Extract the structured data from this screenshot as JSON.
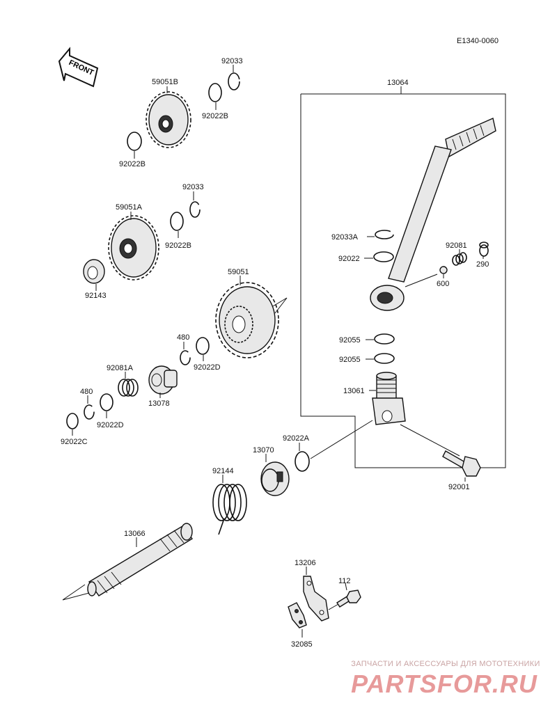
{
  "diagram_code": "E1340-0060",
  "front_label": "FRONT",
  "labels": {
    "p13064": "13064",
    "p92033_top": "92033",
    "p59051B": "59051B",
    "p92022B_top": "92022B",
    "p92022B_left": "92022B",
    "p92033_mid": "92033",
    "p59051A": "59051A",
    "p92022B_mid": "92022B",
    "p92143": "92143",
    "p59051": "59051",
    "p92033A": "92033A",
    "p92081_right": "92081",
    "p290": "290",
    "p92022_right": "92022",
    "p600": "600",
    "p480_mid": "480",
    "p92022D_mid": "92022D",
    "p92081A": "92081A",
    "p13078": "13078",
    "p480_left": "480",
    "p92022D_left": "92022D",
    "p92022C": "92022C",
    "p92055_a": "92055",
    "p92055_b": "92055",
    "p13061": "13061",
    "p13070": "13070",
    "p92022A": "92022A",
    "p92144": "92144",
    "p92001": "92001",
    "p13066": "13066",
    "p13206": "13206",
    "p112": "112",
    "p32085": "32085"
  },
  "watermark": {
    "tagline": "ЗАПЧАСТИ И АКСЕССУАРЫ ДЛЯ МОТОТЕХНИКИ",
    "brand": "PARTSFOR.RU"
  }
}
